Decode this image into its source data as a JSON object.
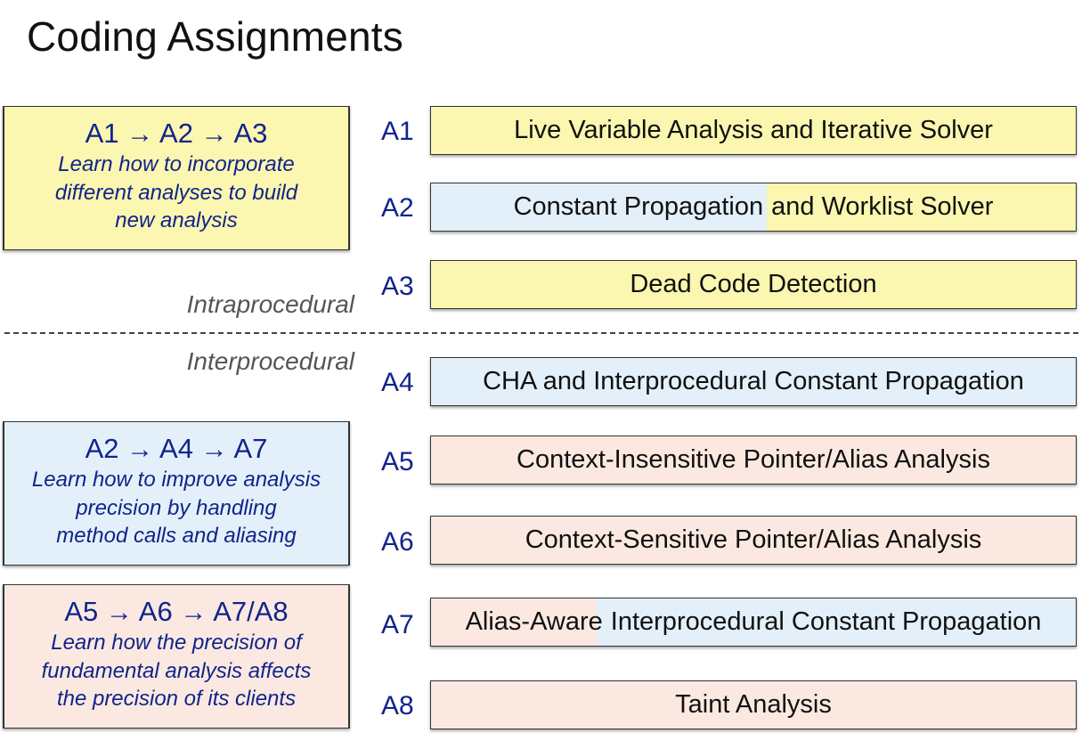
{
  "title": "Coding Assignments",
  "groups": [
    {
      "flow": [
        "A1",
        "A2",
        "A3"
      ],
      "arrow": "→",
      "desc": [
        "Learn how to incorporate",
        "different analyses to build",
        "new analysis"
      ],
      "color": "#fbf6b0"
    },
    {
      "flow": [
        "A2",
        "A4",
        "A7"
      ],
      "arrow": "→",
      "desc": [
        "Learn how to improve analysis",
        "precision by handling",
        "method calls and aliasing"
      ],
      "color": "#e3f0fa"
    },
    {
      "flow": [
        "A5",
        "A6",
        "A7/A8"
      ],
      "arrow": "→",
      "desc": [
        "Learn how the precision of",
        "fundamental analysis affects",
        "the precision of its clients"
      ],
      "color": "#fbe9e1"
    }
  ],
  "scope": {
    "intra": "Intraprocedural",
    "inter": "Interprocedural"
  },
  "assignments": [
    {
      "id": "A1",
      "name": "Live Variable Analysis and Iterative Solver",
      "color": "#fbf6b0"
    },
    {
      "id": "A2",
      "name_part1": "Constant Propagation",
      "name_part2": "and Worklist Solver",
      "colors": [
        "#e3f0fa",
        "#fbf6b0"
      ]
    },
    {
      "id": "A3",
      "name": "Dead Code Detection",
      "color": "#fbf6b0"
    },
    {
      "id": "A4",
      "name": "CHA and Interprocedural Constant Propagation",
      "color": "#e3f0fa"
    },
    {
      "id": "A5",
      "name": "Context-Insensitive Pointer/Alias Analysis",
      "color": "#fbe9e1"
    },
    {
      "id": "A6",
      "name": "Context-Sensitive Pointer/Alias Analysis",
      "color": "#fbe9e1"
    },
    {
      "id": "A7",
      "name_part1": "Alias-Aware",
      "name_part2": "Interprocedural Constant Propagation",
      "colors": [
        "#fbe9e1",
        "#e3f0fa"
      ]
    },
    {
      "id": "A8",
      "name": "Taint Analysis",
      "color": "#fbe9e1"
    }
  ]
}
